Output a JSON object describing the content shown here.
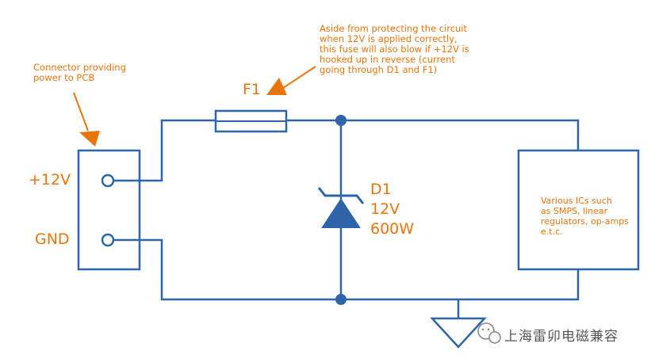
{
  "notes": {
    "connector": "Connector providing\npower to PCB",
    "fuse": "Aside from protecting the circuit\nwhen 12V is applied correctly,\nthis fuse will also blow if +12V is\nhooked up in reverse (current\ngoing through D1 and F1)"
  },
  "components": {
    "fuse_label": "F1",
    "diode_label": "D1\n12V\n600W",
    "ic_box_label": "Various ICs such\nas SMPS, linear\nregulators, op-amps\ne.t.c."
  },
  "connector": {
    "pin1_label": "+12V",
    "pin2_label": "GND"
  },
  "watermark": {
    "text": "上海雷卯电磁兼容"
  },
  "colors": {
    "wire": "#2E64A8",
    "annotation": "#E8740C",
    "background": "#FFFFFF"
  }
}
